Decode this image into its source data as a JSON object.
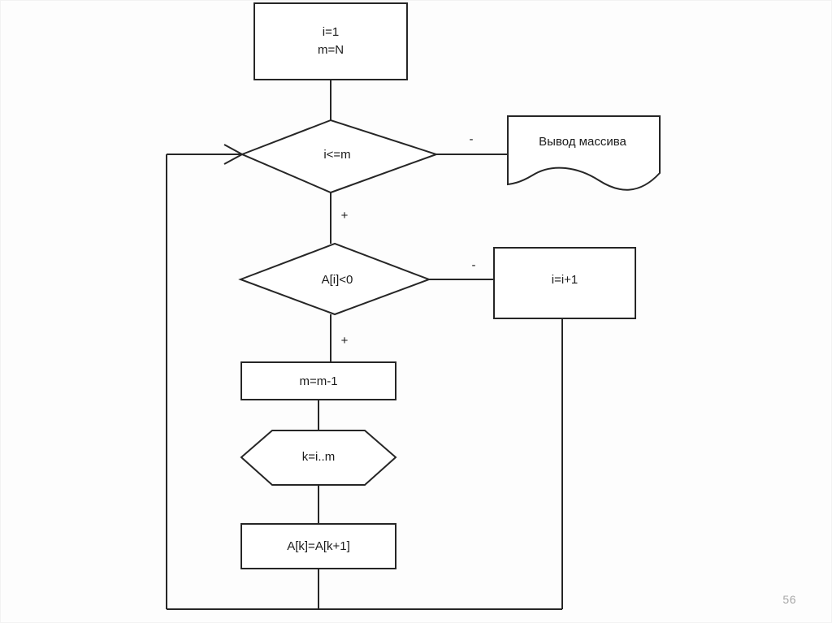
{
  "slide": {
    "page_number": "56",
    "background_color": "#fdfdfd",
    "line_color": "#262626",
    "text_color": "#1a1a1a"
  },
  "diagram": {
    "type": "flowchart",
    "title": "",
    "nodes": {
      "init": {
        "shape": "process",
        "line1": "i=1",
        "line2": "m=N"
      },
      "cond_loop": {
        "shape": "decision",
        "text": "i<=m"
      },
      "output": {
        "shape": "document",
        "text": "Вывод массива"
      },
      "cond_neg": {
        "shape": "decision",
        "text": "A[i]<0"
      },
      "increment": {
        "shape": "process",
        "text": "i=i+1"
      },
      "decrement": {
        "shape": "process",
        "text": "m=m-1"
      },
      "loop_k": {
        "shape": "preparation",
        "text": "k=i..m"
      },
      "shift": {
        "shape": "process",
        "text": "A[k]=A[k+1]"
      }
    },
    "branch_labels": {
      "loop_false": "-",
      "loop_true": "+",
      "neg_false": "-",
      "neg_true": "+"
    }
  }
}
